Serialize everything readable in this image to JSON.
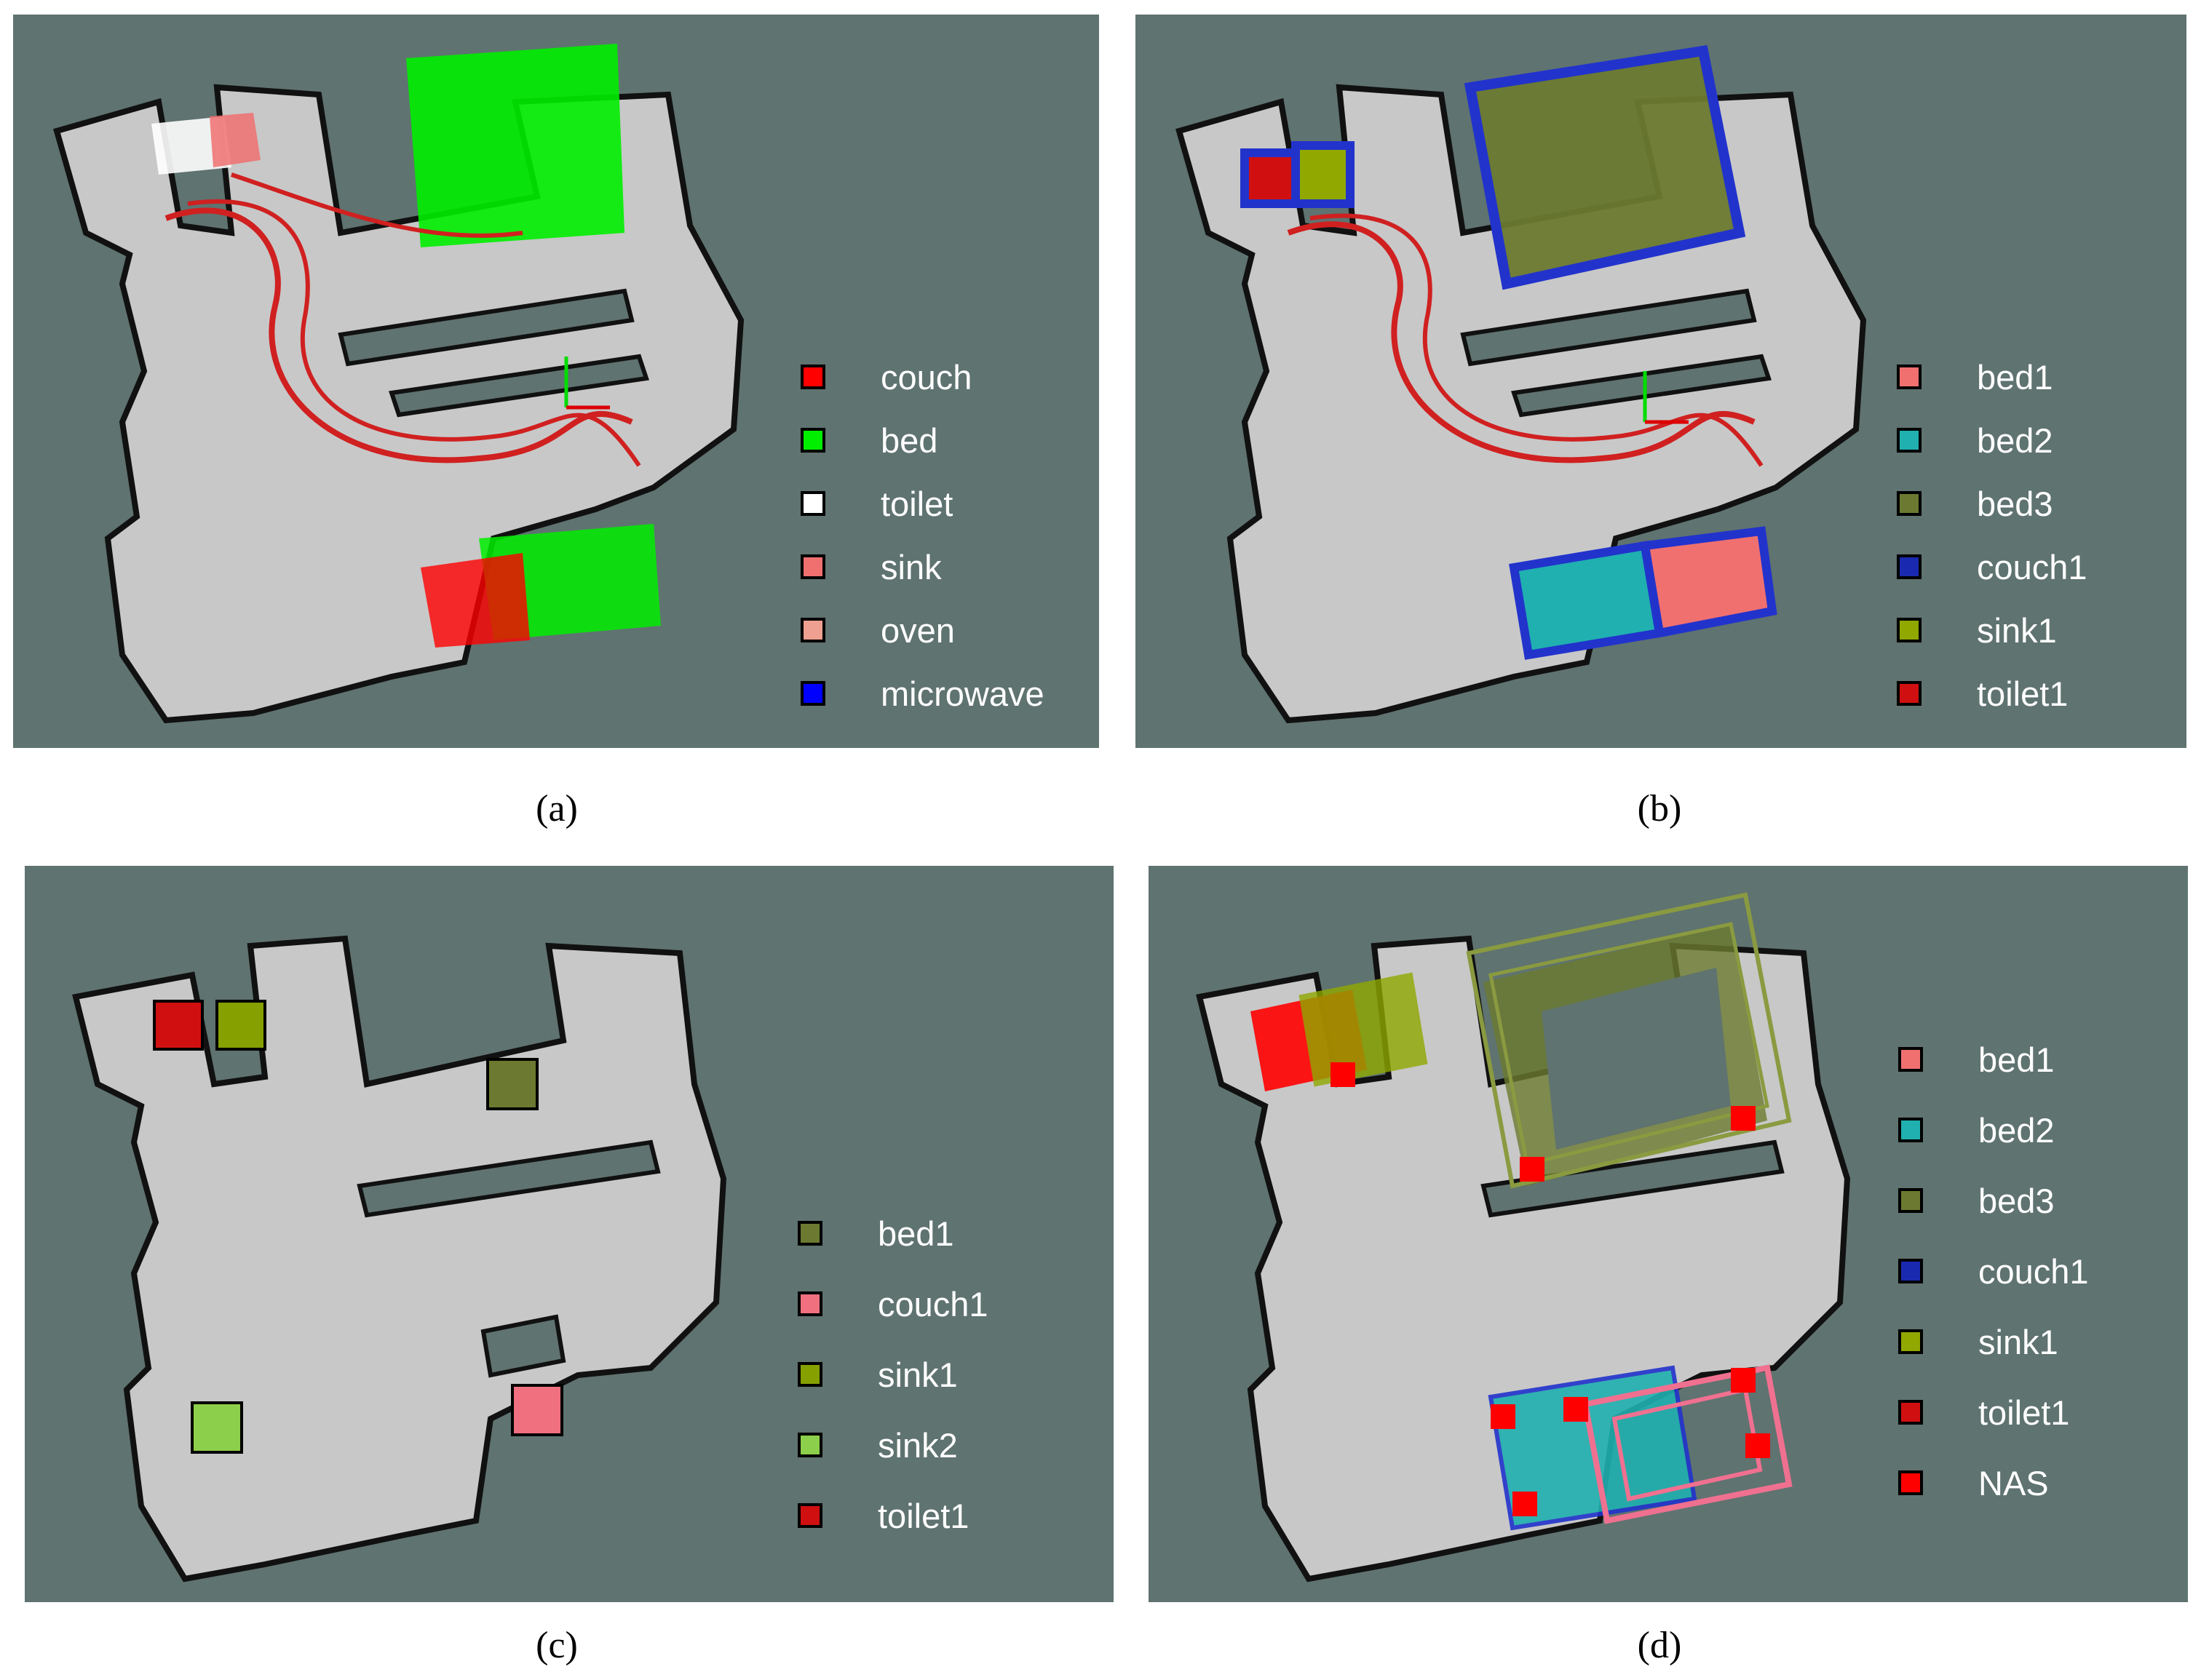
{
  "panels": [
    {
      "caption": "(a)",
      "legend": [
        {
          "label": "couch",
          "color": "#ff0000"
        },
        {
          "label": "bed",
          "color": "#00ee00"
        },
        {
          "label": "toilet",
          "color": "#ffffff"
        },
        {
          "label": "sink",
          "color": "#f07070"
        },
        {
          "label": "oven",
          "color": "#f0a090"
        },
        {
          "label": "microwave",
          "color": "#0000ff"
        }
      ]
    },
    {
      "caption": "(b)",
      "legend": [
        {
          "label": "bed1",
          "color": "#f07070"
        },
        {
          "label": "bed2",
          "color": "#20b0b0"
        },
        {
          "label": "bed3",
          "color": "#6b7a30"
        },
        {
          "label": "couch1",
          "color": "#1a2ab0"
        },
        {
          "label": "sink1",
          "color": "#90a800"
        },
        {
          "label": "toilet1",
          "color": "#d01010"
        }
      ]
    },
    {
      "caption": "(c)",
      "legend": [
        {
          "label": "bed1",
          "color": "#6b7a30"
        },
        {
          "label": "couch1",
          "color": "#f07080"
        },
        {
          "label": "sink1",
          "color": "#86a000"
        },
        {
          "label": "sink2",
          "color": "#8ccf4a"
        },
        {
          "label": "toilet1",
          "color": "#d01010"
        }
      ]
    },
    {
      "caption": "(d)",
      "legend": [
        {
          "label": "bed1",
          "color": "#f07070"
        },
        {
          "label": "bed2",
          "color": "#20b0b0"
        },
        {
          "label": "bed3",
          "color": "#6b7a30"
        },
        {
          "label": "couch1",
          "color": "#1a2ab0"
        },
        {
          "label": "sink1",
          "color": "#90a800"
        },
        {
          "label": "toilet1",
          "color": "#d01010"
        },
        {
          "label": "NAS",
          "color": "#ff0000"
        }
      ]
    }
  ],
  "colors": {
    "background": "#5f7370",
    "floor": "#c8c8c8",
    "wall": "#111111",
    "trajectory": "#d02020",
    "box_blue": "#2233cc"
  }
}
